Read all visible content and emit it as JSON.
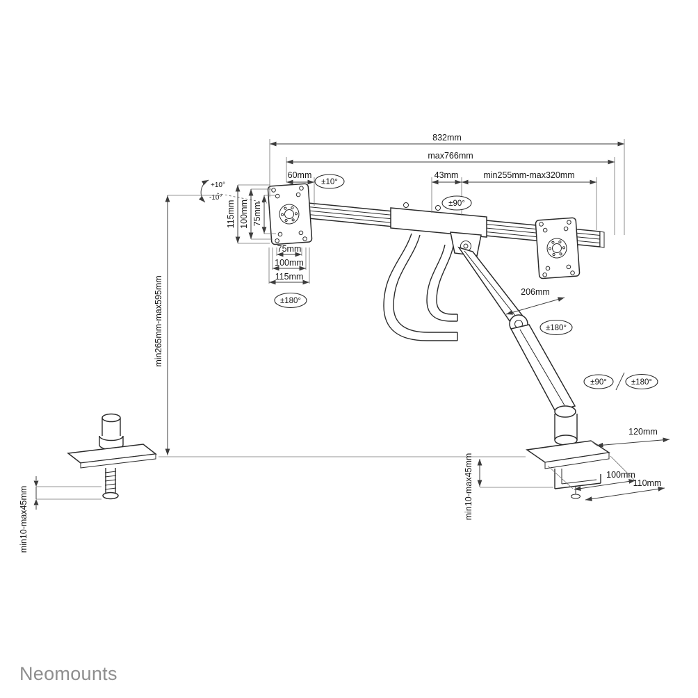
{
  "brand": {
    "name": "Neomounts"
  },
  "labels": {
    "dim_832": "832mm",
    "dim_max766": "max766mm",
    "dim_60": "60mm",
    "oval_tilt10": "±10°",
    "dim_43": "43mm",
    "dim_255_320": "min255mm-max320mm",
    "oval_swivel90_top": "±90°",
    "tilt_plus": "+10°",
    "tilt_minus": "-10°",
    "vesa_v_115": "115mm",
    "vesa_v_100": "100mm",
    "vesa_v_75": "75mm",
    "vesa_h_75": "75mm",
    "vesa_h_100": "100mm",
    "vesa_h_115": "115mm",
    "oval_rotate180_left": "±180°",
    "dim_height": "min265mm-max595mm",
    "dim_206": "206mm",
    "oval_rotate180_arm": "±180°",
    "oval_swivel90_base": "±90°",
    "oval_rotate180_base": "±180°",
    "dim_120": "120mm",
    "dim_100_base": "100mm",
    "dim_110": "110mm",
    "clamp_range_right": "min10-max45mm",
    "clamp_range_left": "min10-max45mm"
  }
}
